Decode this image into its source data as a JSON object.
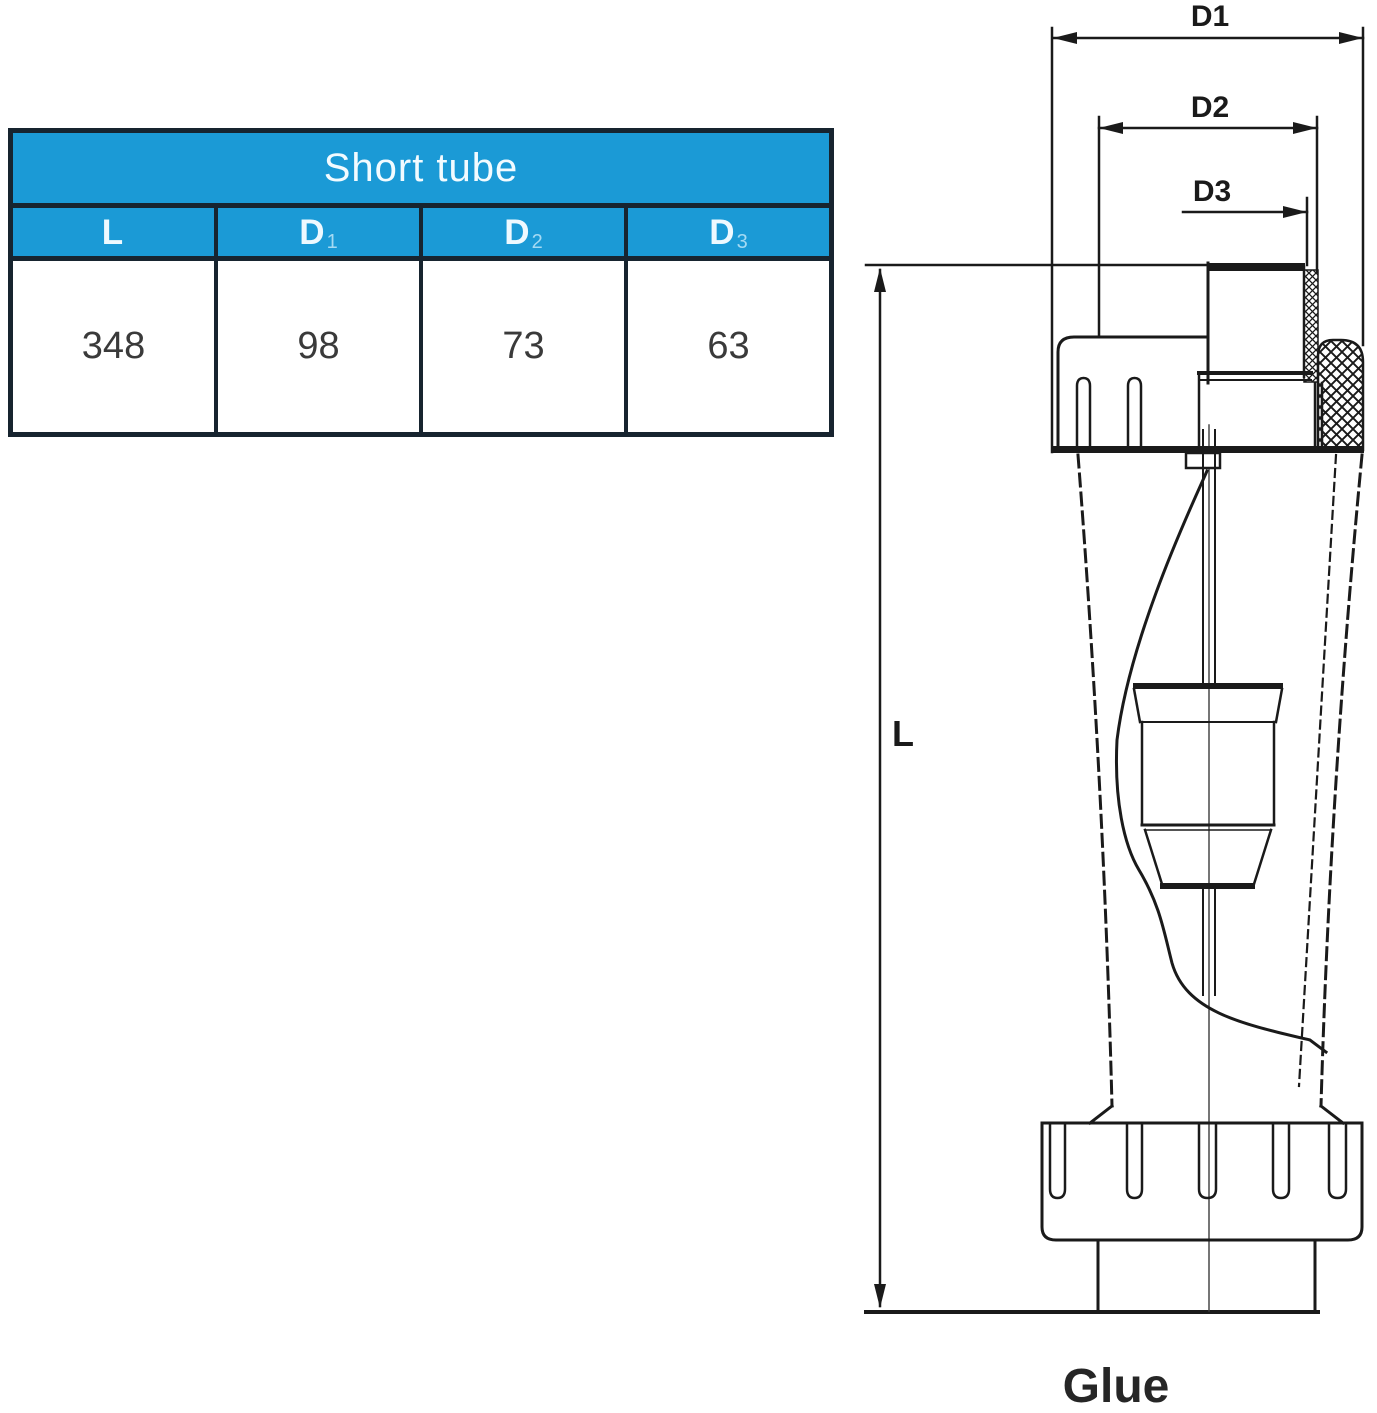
{
  "table": {
    "title": "Short tube",
    "columns": [
      {
        "header": "L",
        "subscript": "",
        "value": "348"
      },
      {
        "header": "D",
        "subscript": "1",
        "value": "98"
      },
      {
        "header": "D",
        "subscript": "2",
        "value": "73"
      },
      {
        "header": "D",
        "subscript": "3",
        "value": "63"
      }
    ]
  },
  "drawing": {
    "labels": {
      "d1": "D1",
      "d2": "D2",
      "d3": "D3",
      "length": "L",
      "glue": "Glue"
    }
  },
  "colors": {
    "table_header_bg": "#1b9ad6",
    "table_border": "#17242f",
    "header_text": "#ffffff",
    "subscript_text": "#a5daf3",
    "value_text": "#3a3a3a",
    "line_color": "#1a1a1a"
  }
}
